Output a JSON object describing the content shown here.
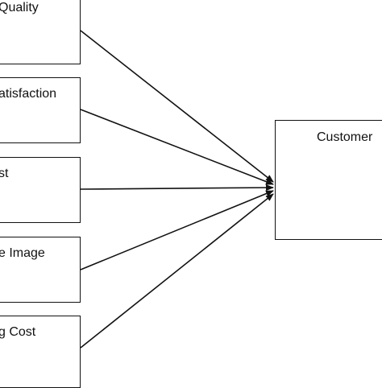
{
  "boxes": {
    "quality": "Quality",
    "satisfaction": "atisfaction",
    "cost": "st",
    "image": "e Image",
    "switching": "g Cost",
    "target": "Customer"
  },
  "colors": {
    "line": "#111111",
    "background": "#ffffff"
  }
}
